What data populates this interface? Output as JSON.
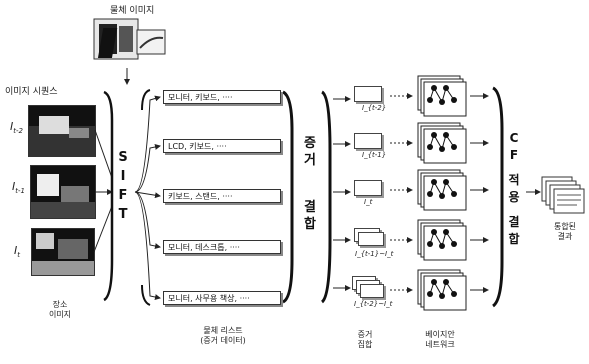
{
  "title_object_image": "물체 이미지",
  "label_image_sequence": "이미지 시퀀스",
  "frame_labels": [
    "I_{t-2}",
    "I_{t-1}",
    "I_t"
  ],
  "place_image_label": [
    "장소",
    "이미지"
  ],
  "sift_label": [
    "S",
    "I",
    "F",
    "T"
  ],
  "object_lists": [
    "모니터, 키보드, ····",
    "LCD, 키보드, ····",
    "키보드, 스탠드, ····",
    "모니터, 데스크톱, ····",
    "모니터, 사무용 책상, ····"
  ],
  "object_list_caption": [
    "물체 리스트",
    "(증거 데이터)"
  ],
  "evidence_combine_label": [
    "증",
    "거",
    "결",
    "합"
  ],
  "evidence_items": [
    "I_{t-2}",
    "I_{t-1}",
    "I_t",
    "I_{t-1}~I_t",
    "I_{t-2}~I_t"
  ],
  "evidence_caption": [
    "증거",
    "집합"
  ],
  "bn_caption": [
    "베이지안",
    "네트워크"
  ],
  "cf_label": [
    "C",
    "F",
    "적",
    "용",
    "결",
    "합"
  ],
  "result_caption": [
    "통합된",
    "결과"
  ]
}
